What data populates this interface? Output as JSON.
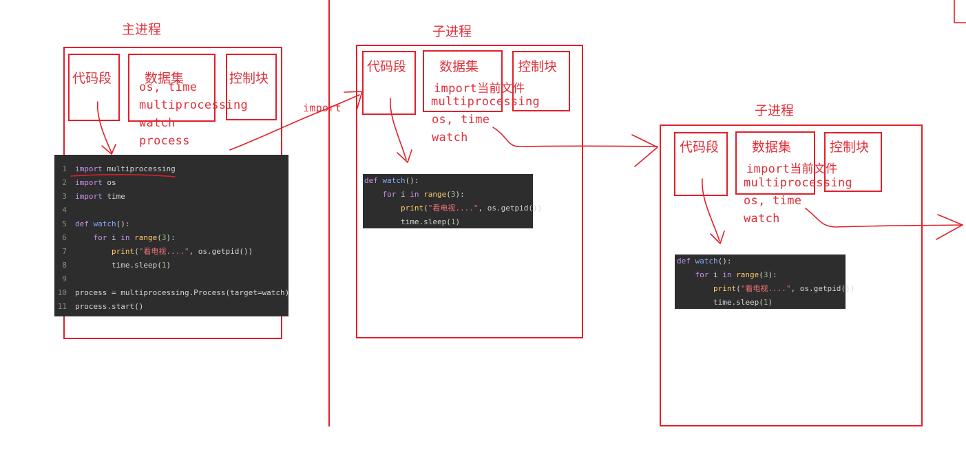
{
  "main": {
    "title": "主进程",
    "segments": [
      "代码段",
      "数据集",
      "控制块"
    ],
    "data_lines": [
      "os, time",
      "multiprocessing",
      "watch",
      "process"
    ],
    "code": [
      {
        "n": "1",
        "tokens": [
          [
            "kw",
            "import"
          ],
          [
            "pl",
            " multiprocessing"
          ]
        ]
      },
      {
        "n": "2",
        "tokens": [
          [
            "kw",
            "import"
          ],
          [
            "pl",
            " os"
          ]
        ]
      },
      {
        "n": "3",
        "tokens": [
          [
            "kw",
            "import"
          ],
          [
            "pl",
            " time"
          ]
        ]
      },
      {
        "n": "4",
        "tokens": []
      },
      {
        "n": "5",
        "tokens": [
          [
            "kw",
            "def"
          ],
          [
            "pl",
            " "
          ],
          [
            "fn",
            "watch"
          ],
          [
            "pl",
            "():"
          ]
        ]
      },
      {
        "n": "6",
        "tokens": [
          [
            "pl",
            "    "
          ],
          [
            "kw",
            "for"
          ],
          [
            "pl",
            " i "
          ],
          [
            "kw",
            "in"
          ],
          [
            "pl",
            " "
          ],
          [
            "bi",
            "range"
          ],
          [
            "pl",
            "("
          ],
          [
            "nm",
            "3"
          ],
          [
            "pl",
            "):"
          ]
        ]
      },
      {
        "n": "7",
        "tokens": [
          [
            "pl",
            "        "
          ],
          [
            "bi",
            "print"
          ],
          [
            "pl",
            "("
          ],
          [
            "str",
            "\"看电视....\""
          ],
          [
            "pl",
            ", os.getpid())"
          ]
        ]
      },
      {
        "n": "8",
        "tokens": [
          [
            "pl",
            "        time.sleep("
          ],
          [
            "nm",
            "1"
          ],
          [
            "pl",
            ")"
          ]
        ]
      },
      {
        "n": "9",
        "tokens": []
      },
      {
        "n": "10",
        "tokens": [
          [
            "pl",
            "process = multiprocessing.Process(target=watch)"
          ]
        ]
      },
      {
        "n": "11",
        "tokens": [
          [
            "pl",
            "process.start()"
          ]
        ]
      }
    ]
  },
  "child1": {
    "title": "子进程",
    "segments": [
      "代码段",
      "数据集",
      "控制块"
    ],
    "data_lines": [
      "import当前文件",
      "multiprocessing",
      "os, time",
      "watch"
    ]
  },
  "child2": {
    "title": "子进程",
    "segments": [
      "代码段",
      "数据集",
      "控制块"
    ],
    "data_lines": [
      "import当前文件",
      "multiprocessing",
      "os, time",
      "watch"
    ]
  },
  "child_code": [
    {
      "tokens": [
        [
          "kw",
          "def"
        ],
        [
          "pl",
          " "
        ],
        [
          "fn",
          "watch"
        ],
        [
          "pl",
          "():"
        ]
      ]
    },
    {
      "tokens": [
        [
          "pl",
          "    "
        ],
        [
          "kw",
          "for"
        ],
        [
          "pl",
          " i "
        ],
        [
          "kw",
          "in"
        ],
        [
          "pl",
          " "
        ],
        [
          "bi",
          "range"
        ],
        [
          "pl",
          "("
        ],
        [
          "nm",
          "3"
        ],
        [
          "pl",
          "):"
        ]
      ]
    },
    {
      "tokens": [
        [
          "pl",
          "        "
        ],
        [
          "bi",
          "print"
        ],
        [
          "pl",
          "("
        ],
        [
          "str",
          "\"看电视....\""
        ],
        [
          "pl",
          ", os.getpid())"
        ]
      ]
    },
    {
      "tokens": [
        [
          "pl",
          "        time.sleep("
        ],
        [
          "nm",
          "1"
        ],
        [
          "pl",
          ")"
        ]
      ]
    }
  ],
  "arrow_label": "import",
  "colors": {
    "annotation": "#e0202a",
    "code_bg": "#2d2d2d"
  }
}
